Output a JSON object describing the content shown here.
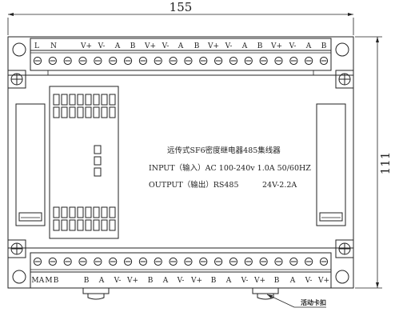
{
  "dimensions": {
    "width_label": "155",
    "height_label": "111"
  },
  "top_terminal_labels": [
    "L",
    "N",
    "V+",
    "V-",
    "A",
    "B",
    "V+",
    "V-",
    "A",
    "B",
    "V+",
    "V-",
    "A",
    "B",
    "V+",
    "V-",
    "A",
    "B"
  ],
  "bottom_terminal_labels": [
    "M",
    "A",
    "M",
    "B",
    "B",
    "A",
    "V-",
    "V+",
    "B",
    "A",
    "V-",
    "V+",
    "B",
    "A",
    "V-",
    "V+",
    "B",
    "A",
    "V-",
    "V+"
  ],
  "device": {
    "title": "远传式SF6密度继电器485集线器",
    "input_spec": "INPUT（输入）AC 100-240v 1.0A 50/60HZ",
    "output_label": "OUTPUT（输出）RS485",
    "output_voltage": "24V-2.2A"
  },
  "callout": {
    "label": "活动卡扣"
  },
  "colors": {
    "line": "#222222",
    "background": "#ffffff"
  }
}
